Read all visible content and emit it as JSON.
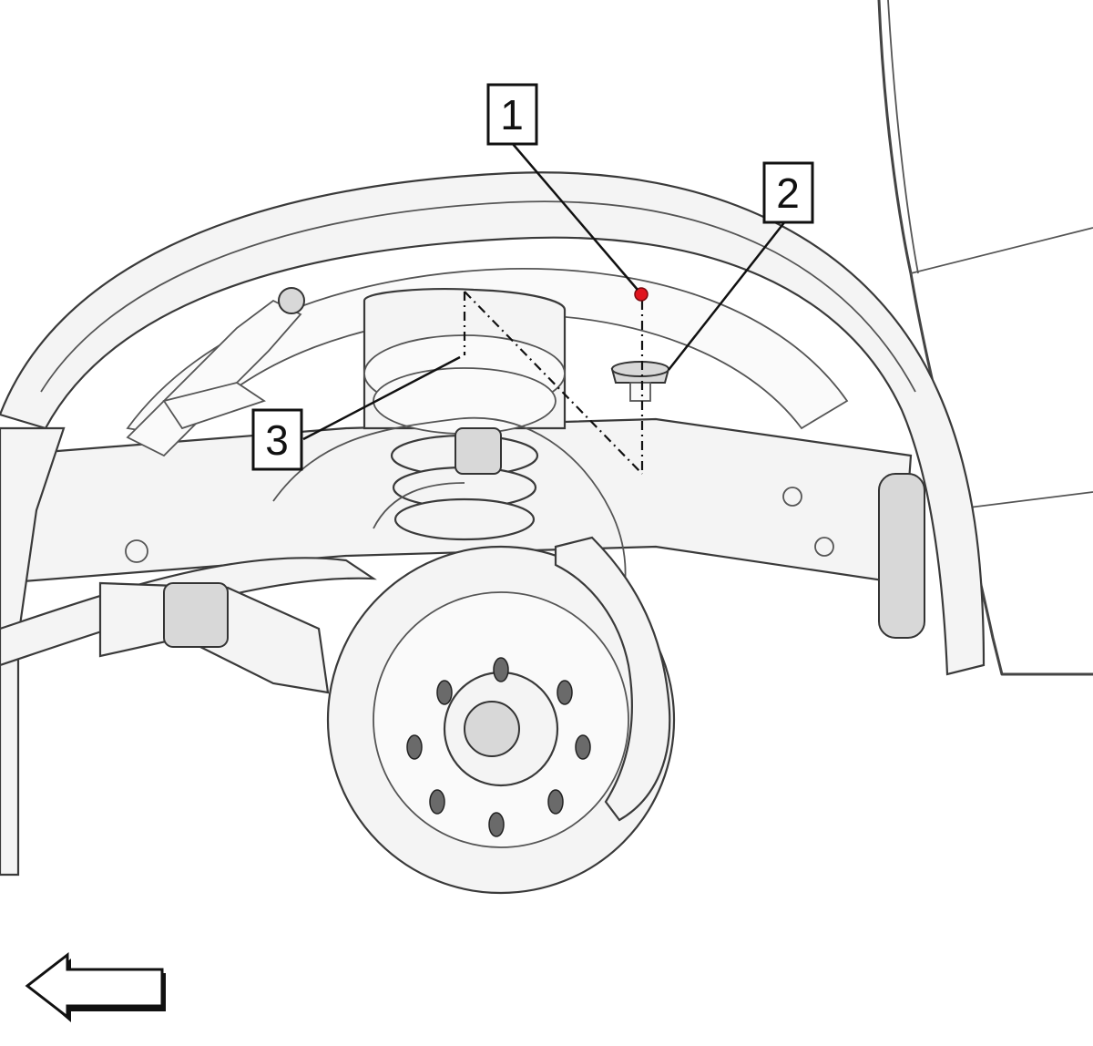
{
  "callouts": [
    {
      "id": "1",
      "label": "1"
    },
    {
      "id": "2",
      "label": "2"
    },
    {
      "id": "3",
      "label": "3"
    }
  ],
  "icons": {
    "direction_arrow": "arrow-left-icon",
    "fastener_marker": "red-dot-marker"
  },
  "colors": {
    "line": "#111111",
    "marker": "#e0141e",
    "background": "#ffffff"
  }
}
